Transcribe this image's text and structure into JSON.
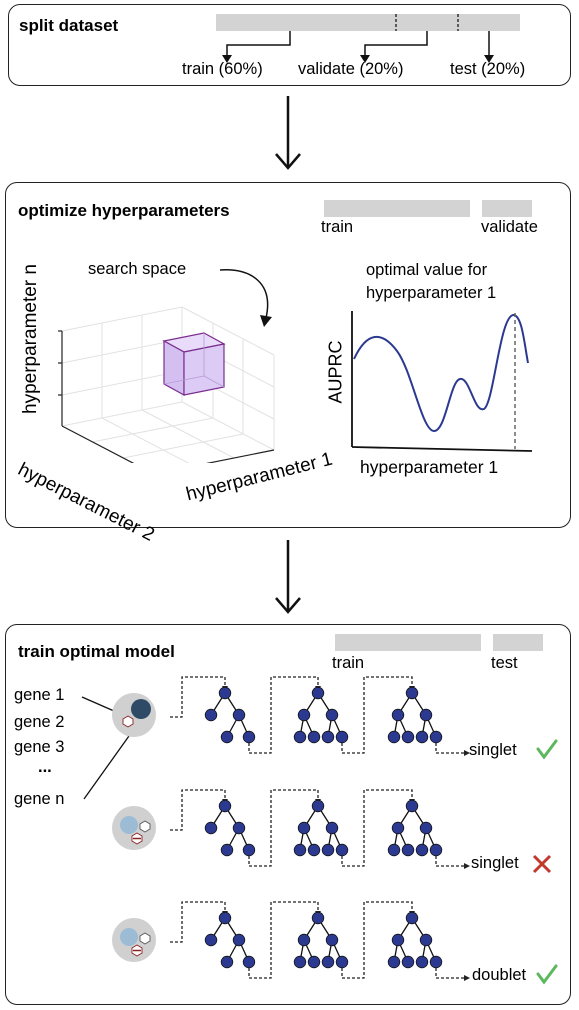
{
  "split": {
    "title": "split dataset",
    "train_label": "train (60%)",
    "validate_label": "validate (20%)",
    "test_label": "test (20%)"
  },
  "optimize": {
    "title": "optimize hyperparameters",
    "bar_train_label": "train",
    "bar_validate_label": "validate",
    "search_space_label": "search space",
    "axis_label_n": "hyperparameter n",
    "axis_label_2": "hyperparameter 2",
    "axis_label_1": "hyperparameter 1",
    "optimal_line1": "optimal value for",
    "optimal_line2": "hyperparameter 1",
    "plot_ylabel": "AUPRC",
    "plot_xlabel": "hyperparameter 1"
  },
  "train": {
    "title": "train optimal model",
    "bar_train_label": "train",
    "bar_test_label": "test",
    "genes": [
      "gene 1",
      "gene 2",
      "gene 3",
      "...",
      "gene n"
    ],
    "predictions": [
      "singlet",
      "singlet",
      "doublet"
    ],
    "prediction_marks": [
      "correct",
      "incorrect",
      "correct"
    ]
  },
  "colors": {
    "bar": "#d3d3d3",
    "curve": "#2b3990",
    "tree_node": "#2b3990",
    "cube_fill": "#d9c8f2",
    "cube_edge": "#7b2d8e",
    "check": "#5cb85c",
    "cross": "#c0392b",
    "cell_bg": "#d0d0d0",
    "nucleus_dark": "#2e4a66",
    "nucleus_light": "#9cbcd6"
  }
}
